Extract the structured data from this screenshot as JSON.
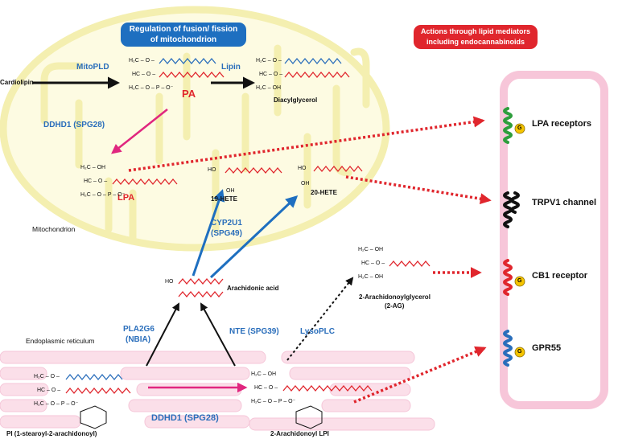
{
  "headers": {
    "mito_regulation": [
      "Regulation of fusion/ fission",
      "of mitochondrion"
    ],
    "lipid_mediators": [
      "Actions through lipid mediators",
      "including endocannabinoids"
    ]
  },
  "compartments": {
    "mitochondrion": "Mitochondrion",
    "er": "Endoplasmic reticulum"
  },
  "enzymes": {
    "mitopld": "MitoPLD",
    "lipin": "Lipin",
    "ddhd1_top": "DDHD1 (SPG28)",
    "cyp2u1": [
      "CYP2U1",
      "(SPG49)"
    ],
    "pla2g6": [
      "PLA2G6",
      "(NBIA)"
    ],
    "nte": "NTE (SPG39)",
    "lysoplc": "LysoPLC",
    "ddhd1_bottom": "DDHD1 (SPG28)"
  },
  "molecules": {
    "cardiolipin": "Cardiolipin",
    "pa": "PA",
    "diacylglycerol": "Diacylglycerol",
    "lpa": "LPA",
    "hete19": "19-HETE",
    "hete20": "20-HETE",
    "arachidonic": "Arachidonic acid",
    "two_ag": [
      "2-Arachidonoylglycerol",
      "(2-AG)"
    ],
    "pi": "PI (1-stearoyl-2-arachidonoyl)",
    "lpi": "2-Arachidonoyl LPI"
  },
  "receptors": {
    "lpa": "LPA receptors",
    "trpv1": "TRPV1 channel",
    "cb1": "CB1 receptor",
    "gpr55": "GPR55",
    "g_label": "G"
  },
  "chem": {
    "h2c_o": "H₂C – O –",
    "hc_o": "HC – O –",
    "h2c_o_p": "H₂C – O – P – O⁻",
    "h2c_oh": "H₂C – OH",
    "hc_oh": "HC – OH",
    "ho": "HO",
    "oh": "OH",
    "o": "O",
    "c": "C",
    "o_minus": "O⁻"
  },
  "colors": {
    "mito_fill": "#fdfbe2",
    "mito_stroke": "#f4efb0",
    "er_fill": "#fbdfe9",
    "cell_stroke": "#f7c6d9",
    "blue_chain": "#2a6ebb",
    "red_chain": "#e0262d",
    "pill_blue": "#1e6fc0",
    "pill_red": "#e0262d",
    "magenta": "#e0267f",
    "g_protein": "#f5c400"
  }
}
